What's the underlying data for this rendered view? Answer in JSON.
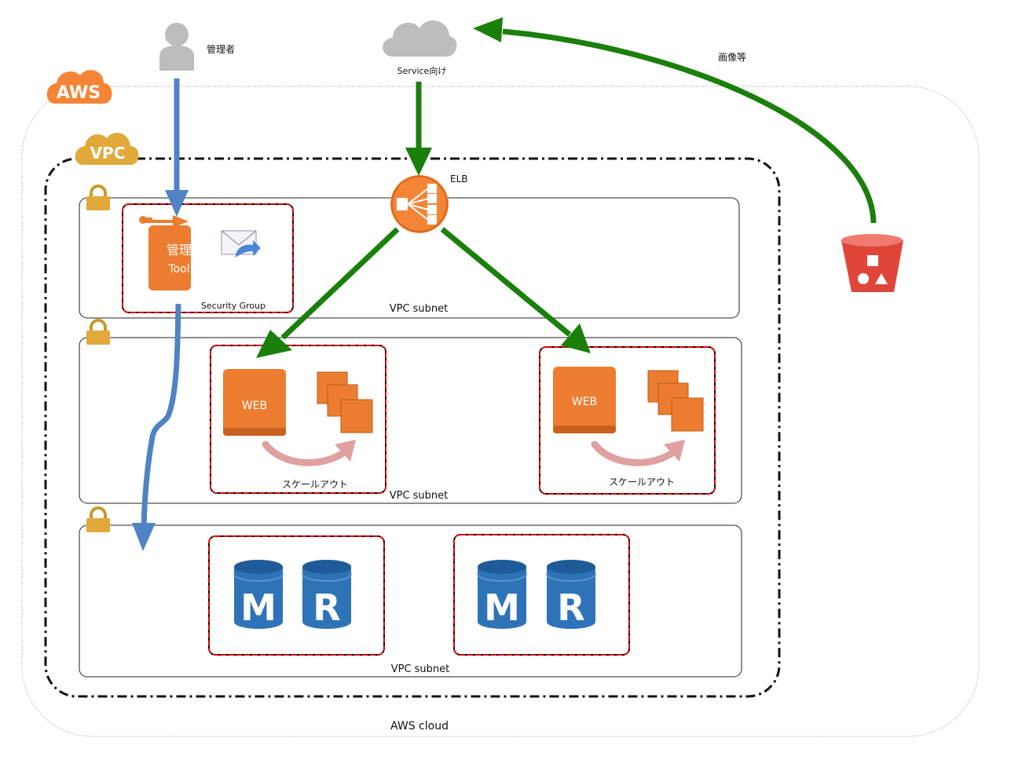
{
  "badges": {
    "aws": "AWS",
    "vpc": "VPC"
  },
  "nodes": {
    "admin_label": "管理者",
    "service_label": "Service向け",
    "image_label": "画像等",
    "elb_label": "ELB",
    "admin_tool_line1": "管理",
    "admin_tool_line2": "Tool",
    "security_group_label": "Security Group"
  },
  "subnets": [
    {
      "label": "VPC subnet"
    },
    {
      "label": "VPC subnet"
    },
    {
      "label": "VPC subnet"
    }
  ],
  "web_groups": [
    {
      "web_label": "WEB",
      "scale_label": "スケールアウト"
    },
    {
      "web_label": "WEB",
      "scale_label": "スケールアウト"
    }
  ],
  "db_groups": [
    {
      "master_label": "M",
      "replica_label": "R"
    },
    {
      "master_label": "M",
      "replica_label": "R"
    }
  ],
  "cloud_label": "AWS cloud",
  "colors": {
    "aws_orange": "#F58536",
    "web_orange": "#EC7D30",
    "badge_gold": "#E0A93A",
    "db_blue": "#2E73B8",
    "db_blue_dark": "#1F5B99",
    "admin_flow_blue": "#4F83C4",
    "service_flow_green": "#1A7F0B",
    "s3_red": "#E0453A",
    "security_group_red": "#E00000",
    "scale_arrow_pink": "#E0A0A0"
  }
}
